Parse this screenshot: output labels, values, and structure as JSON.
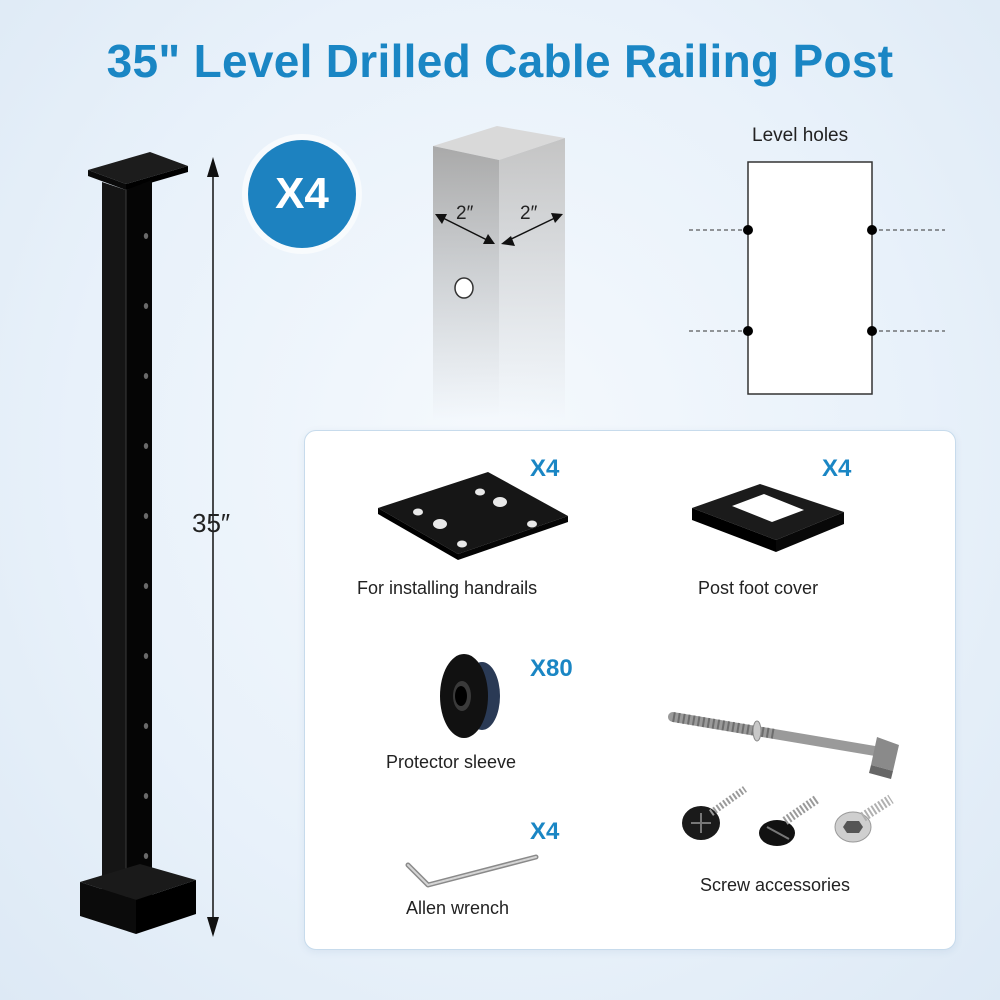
{
  "title": "35\" Level Drilled Cable Railing Post",
  "post": {
    "quantity_badge": "X4",
    "height_label": "35″"
  },
  "cross_section": {
    "width_label": "2″",
    "depth_label": "2″"
  },
  "level_holes": {
    "title": "Level holes"
  },
  "accessories": [
    {
      "name": "handrail-plate",
      "caption": "For installing handrails",
      "quantity": "X4"
    },
    {
      "name": "post-foot-cover",
      "caption": "Post foot cover",
      "quantity": "X4"
    },
    {
      "name": "protector-sleeve",
      "caption": "Protector sleeve",
      "quantity": "X80"
    },
    {
      "name": "allen-wrench",
      "caption": "Allen wrench",
      "quantity": "X4"
    },
    {
      "name": "screw-accessories",
      "caption": "Screw accessories",
      "quantity": ""
    }
  ],
  "colors": {
    "accent": "#1a86c4",
    "post": "#111111"
  }
}
